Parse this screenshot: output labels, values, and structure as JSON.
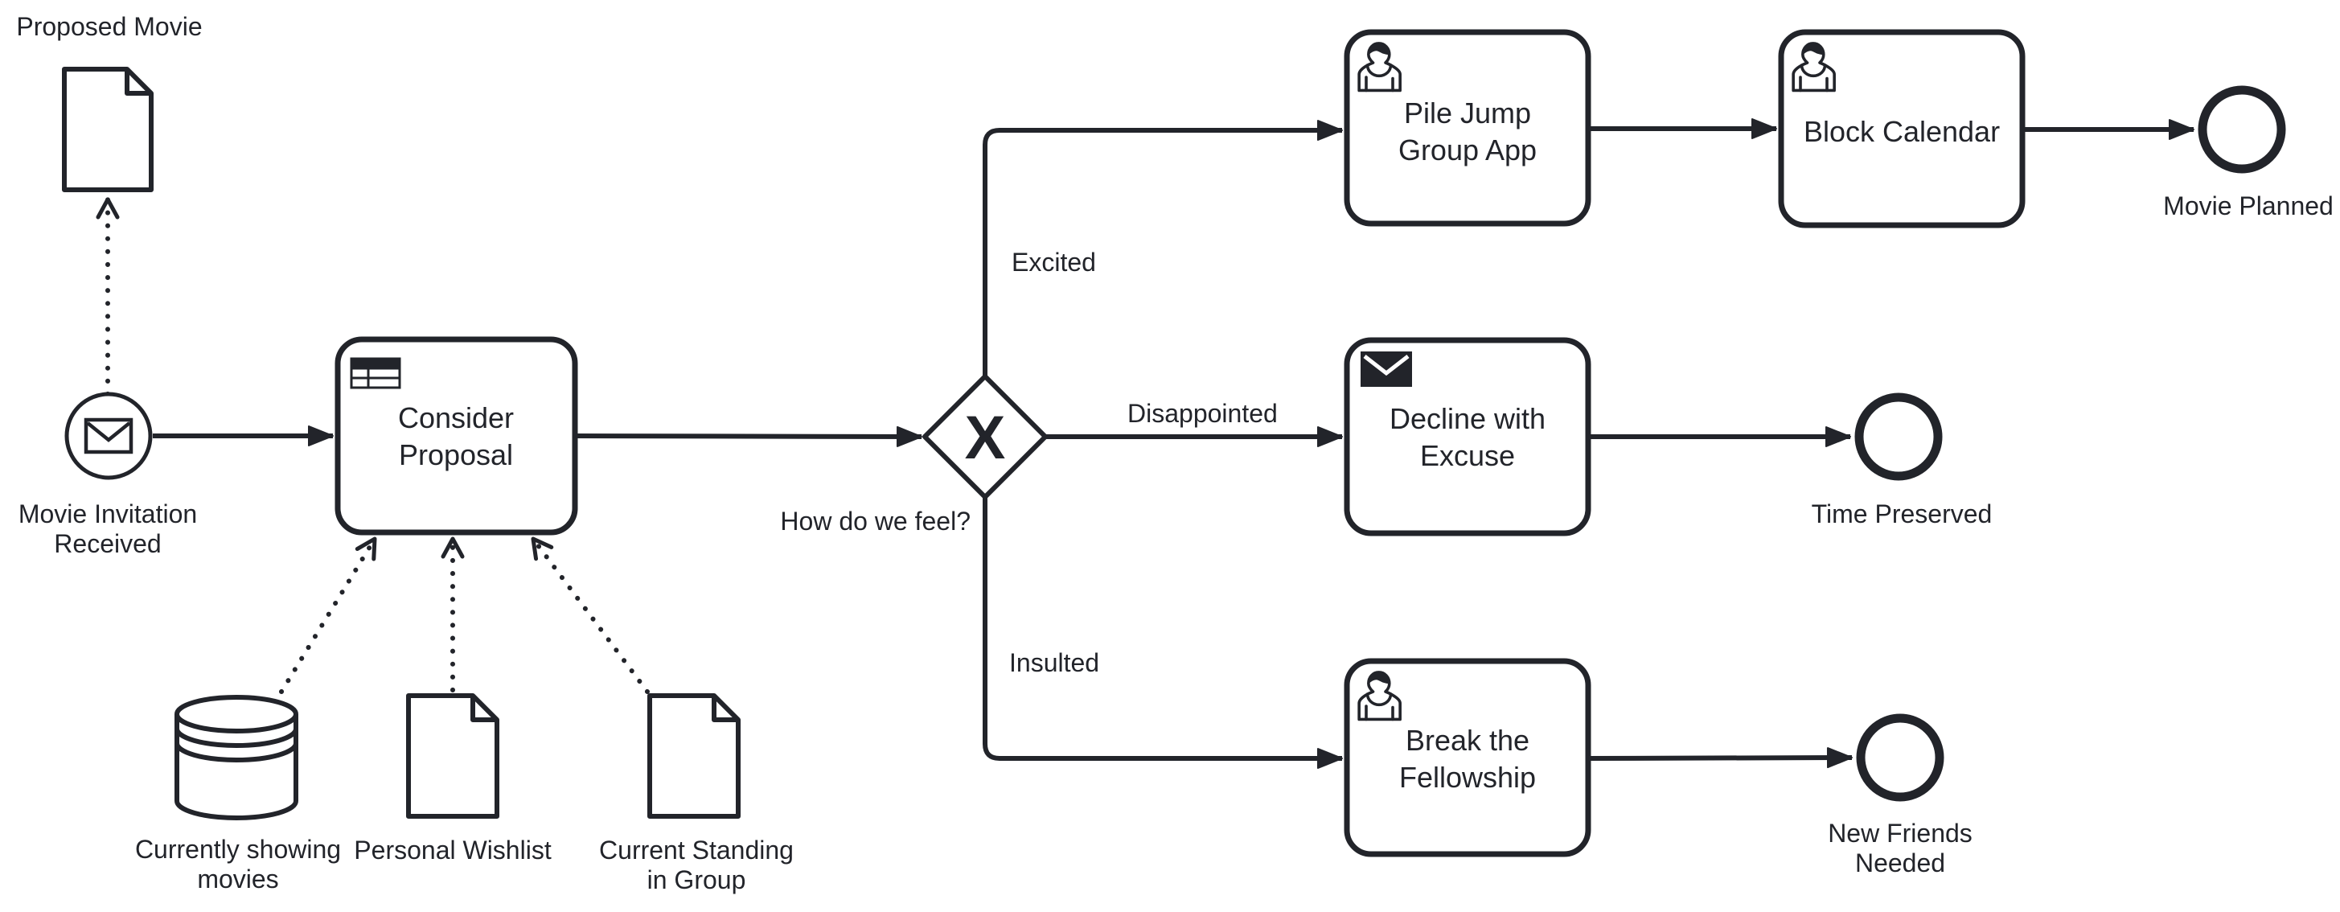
{
  "colors": {
    "stroke": "#22242A",
    "fill": "#ffffff",
    "background": "#ffffff"
  },
  "diagram_type": "BPMN process diagram",
  "nodes": {
    "proposed_movie": {
      "type": "data-object",
      "label": "Proposed Movie"
    },
    "movie_invitation": {
      "type": "message-start-event",
      "label_line1": "Movie Invitation",
      "label_line2": "Received"
    },
    "consider_proposal": {
      "type": "business-rule-task",
      "label_line1": "Consider",
      "label_line2": "Proposal"
    },
    "feel_gateway": {
      "type": "exclusive-gateway",
      "label": "How do we feel?",
      "marker": "X"
    },
    "pile_jump": {
      "type": "user-task",
      "label_line1": "Pile Jump",
      "label_line2": "Group App"
    },
    "block_calendar": {
      "type": "user-task",
      "label": "Block Calendar"
    },
    "movie_planned": {
      "type": "end-event",
      "label": "Movie Planned"
    },
    "decline_with_excuse": {
      "type": "send-task",
      "label_line1": "Decline with",
      "label_line2": "Excuse"
    },
    "time_preserved": {
      "type": "end-event",
      "label": "Time Preserved"
    },
    "break_fellowship": {
      "type": "user-task",
      "label_line1": "Break the",
      "label_line2": "Fellowship"
    },
    "new_friends": {
      "type": "end-event",
      "label_line1": "New Friends",
      "label_line2": "Needed"
    },
    "currently_showing": {
      "type": "data-store",
      "label_line1": "Currently showing",
      "label_line2": "movies"
    },
    "personal_wishlist": {
      "type": "data-object",
      "label": "Personal Wishlist"
    },
    "current_standing": {
      "type": "data-object",
      "label_line1": "Current Standing",
      "label_line2": "in Group"
    }
  },
  "flow_labels": {
    "excited": "Excited",
    "disappointed": "Disappointed",
    "insulted": "Insulted"
  }
}
